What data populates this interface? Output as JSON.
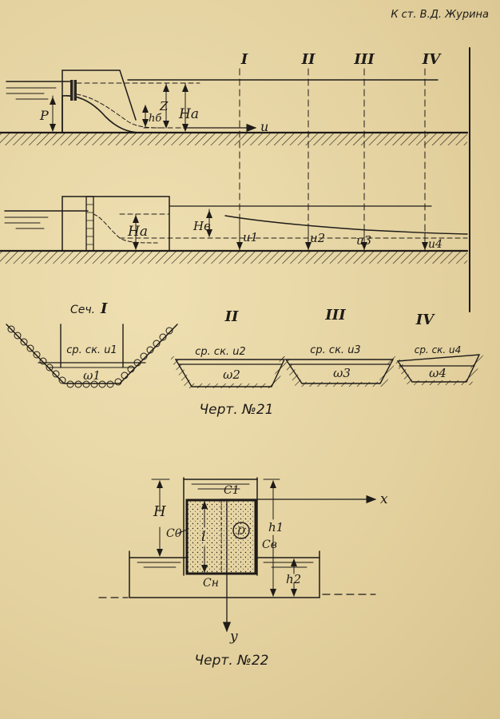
{
  "header": {
    "author_note": "К ст. В.Д. Журина"
  },
  "figure21": {
    "caption": "Черт. №21",
    "section_numbers": [
      "I",
      "II",
      "III",
      "IV"
    ],
    "labels": {
      "p": "P",
      "z": "Z",
      "ha_top": "Ha",
      "hb_top": "hб",
      "u_arrow": "u",
      "ha_bottom": "Ha",
      "hb_bottom": "Hв",
      "u1": "u1",
      "u2": "u2",
      "u3": "u3",
      "u4": "u4"
    },
    "sections_label": "Сеч.",
    "sections": [
      {
        "num": "I",
        "speed": "ср. ск. u1",
        "area": "ω1"
      },
      {
        "num": "II",
        "speed": "ср. ск. u2",
        "area": "ω2"
      },
      {
        "num": "III",
        "speed": "ср. ск. u3",
        "area": "ω3"
      },
      {
        "num": "IV",
        "speed": "ср. ск. u4",
        "area": "ω4"
      }
    ]
  },
  "figure22": {
    "caption": "Черт. №22",
    "labels": {
      "H": "H",
      "c1": "C1",
      "x": "x",
      "c0": "C0",
      "l": "l",
      "d": "D",
      "h1": "h1",
      "cb": "Cв",
      "h2": "h2",
      "cn": "Cн",
      "y": "y"
    }
  }
}
